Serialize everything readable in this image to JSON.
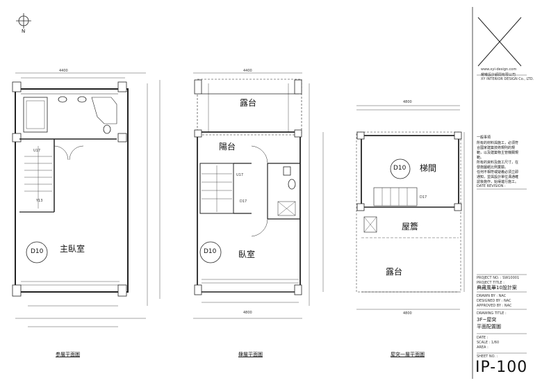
{
  "north": "N",
  "floor3": {
    "room_master": "主臥室",
    "tag": "D10",
    "stair_up": "U17",
    "stair_dn": "Y13",
    "dim_top": "4400",
    "title": "参層平面圖"
  },
  "floor4": {
    "terrace": "露台",
    "balcony": "陽台",
    "room": "臥室",
    "tag": "D10",
    "stair_up": "U17",
    "stair_dn": "D17",
    "dim_top": "4400",
    "dim_bottom": "4800",
    "title": "肆層平面圖"
  },
  "roof": {
    "stair_room": "梯間",
    "tag": "D10",
    "stair_dn": "D17",
    "roof_eave": "屋簷",
    "terrace": "露台",
    "dim_top": "4800",
    "dim_bottom": "4800",
    "title": "屋突一層平面圖"
  },
  "titleblock": {
    "website": "www.xyi-design.com",
    "company_cn": "耀曦設計顧問有限公司",
    "company_en": "XY INTERIOR DESIGN Co., LTD.",
    "notes_heading": "一般事項",
    "notes_cn": [
      "所有的材料與施工，必須符",
      "合國家建築技術規則的規",
      "範，以及建築物主管機關規",
      "範。",
      "所有的資料及施工尺寸，在",
      "發施圖紙比例業驗。",
      "任何不相符或疑義必須立即",
      "通知，並與設計單位溝通確",
      "認後施作，始得進行施工。"
    ],
    "date_revision": "DATE REVISION :",
    "project_no": "PROJECT NO. : SW10001",
    "project_title_label": "PROJECT TITLE :",
    "project_title": "典藏風華10設計案",
    "drawn_by": "DRAWN BY : NAC",
    "designed_by": "DESIGNED BY : NAC",
    "approved_by": "APPROVED BY : NAC",
    "drawing_title_label": "DRAWING TITLE :",
    "drawing_title_1": "3F~屋突",
    "drawing_title_2": "平面配置圖",
    "date": "DATE :",
    "scale": "SCALE : 1/60",
    "area": "AREA :",
    "sheet_no_label": "SHEET NO. :",
    "sheet_no": "IP-100"
  }
}
